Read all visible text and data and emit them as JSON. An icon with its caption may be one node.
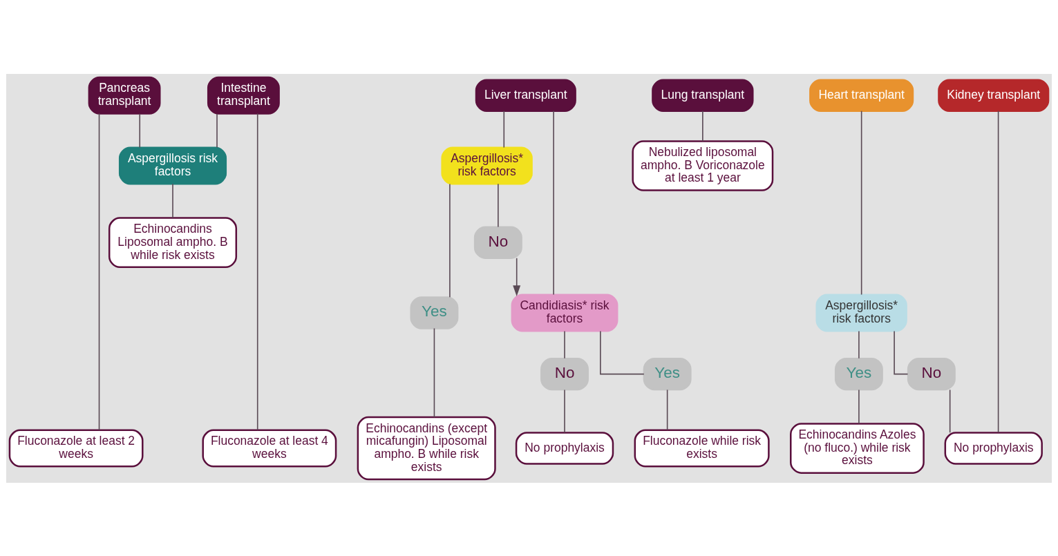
{
  "diagram": {
    "nodes": [
      {
        "text": [
          "Pancreas transplant"
        ]
      },
      {
        "text": [
          "Intestine transplant"
        ]
      },
      {
        "text": [
          "Liver transplant"
        ]
      },
      {
        "text": [
          "Lung transplant"
        ]
      },
      {
        "text": [
          "Heart transplant"
        ]
      },
      {
        "text": [
          "Kidney transplant"
        ]
      },
      {
        "text": [
          "Aspergillosis risk factors"
        ]
      },
      {
        "text": [
          "Aspergillosis* risk factors"
        ]
      },
      {
        "text": [
          "Yes"
        ]
      },
      {
        "text": [
          "No"
        ]
      },
      {
        "text": [
          "Candidiasis* risk factors"
        ]
      },
      {
        "text": [
          "Aspergillosis* risk factors"
        ]
      },
      {
        "text": [
          "Yes"
        ]
      },
      {
        "text": [
          "No"
        ]
      },
      {
        "text": [
          "Echinocandins Liposomal ampho. B while risk exists"
        ]
      },
      {
        "text": [
          "No"
        ]
      },
      {
        "text": [
          "Yes"
        ]
      },
      {
        "text": [
          "No prophylaxis"
        ]
      },
      {
        "text": [
          "Nebulized liposomal ampho. B Voriconazole at least 1 year"
        ]
      },
      {
        "text": [
          "Fluconazole at least 2 weeks"
        ]
      },
      {
        "text": [
          "Fluconazole at least 4 weeks"
        ]
      },
      {
        "text": [
          "Echinocandins (except micafungin) Liposomal ampho. B while risk exists"
        ]
      },
      {
        "text": [
          "Fluconazole while risk exists"
        ]
      },
      {
        "text": [
          "Echinocandins Azoles (no fluco.) while risk exists"
        ]
      },
      {
        "text": [
          "No prophylaxis"
        ]
      }
    ],
    "edges": [
      {
        "from": 0,
        "to": 19,
        "arrow": "none"
      },
      {
        "from": 0,
        "to": 6,
        "arrow": "none"
      },
      {
        "from": 1,
        "to": 6,
        "arrow": "none"
      },
      {
        "from": 1,
        "to": 20,
        "arrow": "none"
      },
      {
        "from": 6,
        "to": 14,
        "arrow": "none"
      },
      {
        "from": 2,
        "to": 7,
        "arrow": "none"
      },
      {
        "from": 7,
        "to": 8,
        "arrow": "none"
      },
      {
        "from": 7,
        "to": 9,
        "arrow": "none"
      },
      {
        "from": 9,
        "to": 10,
        "arrow": "to"
      },
      {
        "from": 2,
        "to": 10,
        "arrow": "none"
      },
      {
        "from": 8,
        "to": 21,
        "arrow": "none"
      },
      {
        "from": 10,
        "to": 15,
        "arrow": "none"
      },
      {
        "from": 10,
        "to": 16,
        "arrow": "none"
      },
      {
        "from": 15,
        "to": 17,
        "arrow": "none"
      },
      {
        "from": 16,
        "to": 22,
        "arrow": "none"
      },
      {
        "from": 3,
        "to": 18,
        "arrow": "none"
      },
      {
        "from": 4,
        "to": 11,
        "arrow": "none"
      },
      {
        "from": 11,
        "to": 12,
        "arrow": "none"
      },
      {
        "from": 11,
        "to": 13,
        "arrow": "none"
      },
      {
        "from": 12,
        "to": 23,
        "arrow": "none"
      },
      {
        "from": 13,
        "to": 24,
        "arrow": "none"
      },
      {
        "from": 5,
        "to": 24,
        "arrow": "none"
      }
    ]
  }
}
